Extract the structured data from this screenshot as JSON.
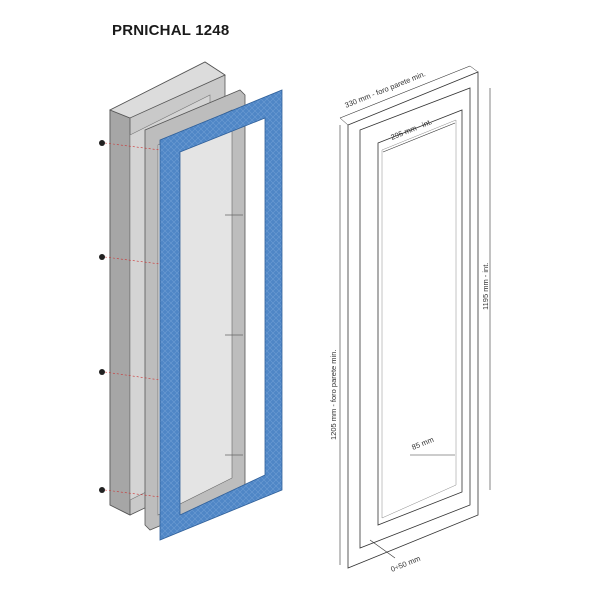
{
  "title": "PRNICHAL 1248",
  "dimensions": {
    "top_outer": "330 mm - foro parete min.",
    "top_inner": "295 mm - int.",
    "left_height": "1205 mm - foro parete min.",
    "right_height": "1195 mm - int.",
    "depth": "85 mm",
    "bottom_offset": "0÷50 mm"
  },
  "colors": {
    "membrane": "#4f86c6",
    "frame": "#b9b9b9",
    "line": "#333333"
  }
}
